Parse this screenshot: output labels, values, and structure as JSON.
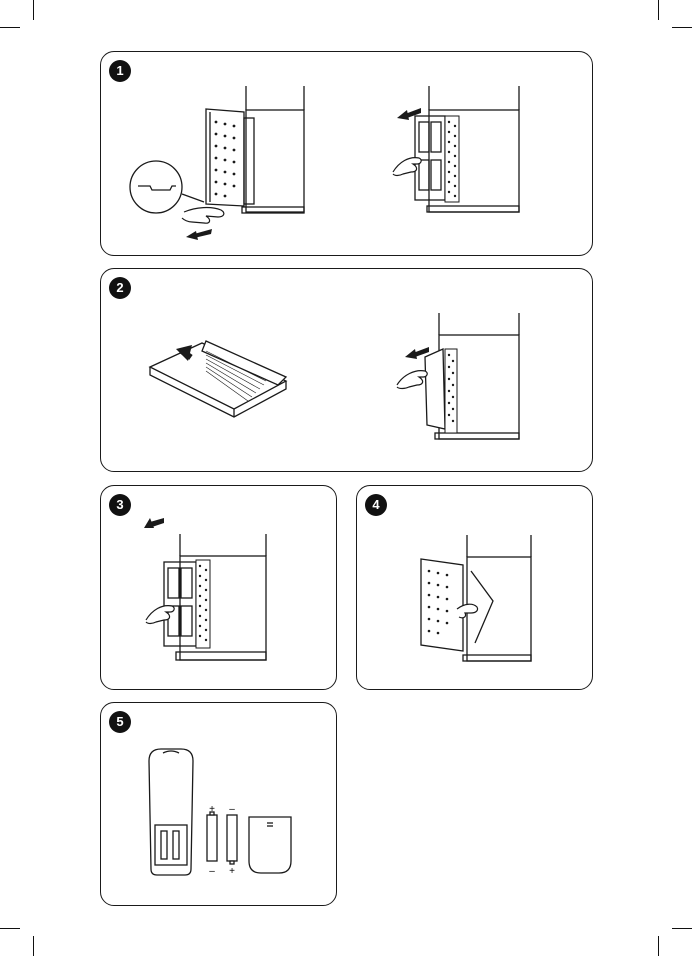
{
  "steps": [
    {
      "number": "1"
    },
    {
      "number": "2"
    },
    {
      "number": "3"
    },
    {
      "number": "4"
    },
    {
      "number": "5"
    }
  ],
  "battery": {
    "plus": "+",
    "minus": "–"
  },
  "icons": [
    "arrow-icon",
    "hand-icon",
    "magnifier-icon",
    "filter-icon",
    "remote-control-icon",
    "battery-icon",
    "battery-cover-icon"
  ],
  "colors": {
    "line": "#1a1a1a",
    "badge": "#111111",
    "background": "#ffffff"
  }
}
